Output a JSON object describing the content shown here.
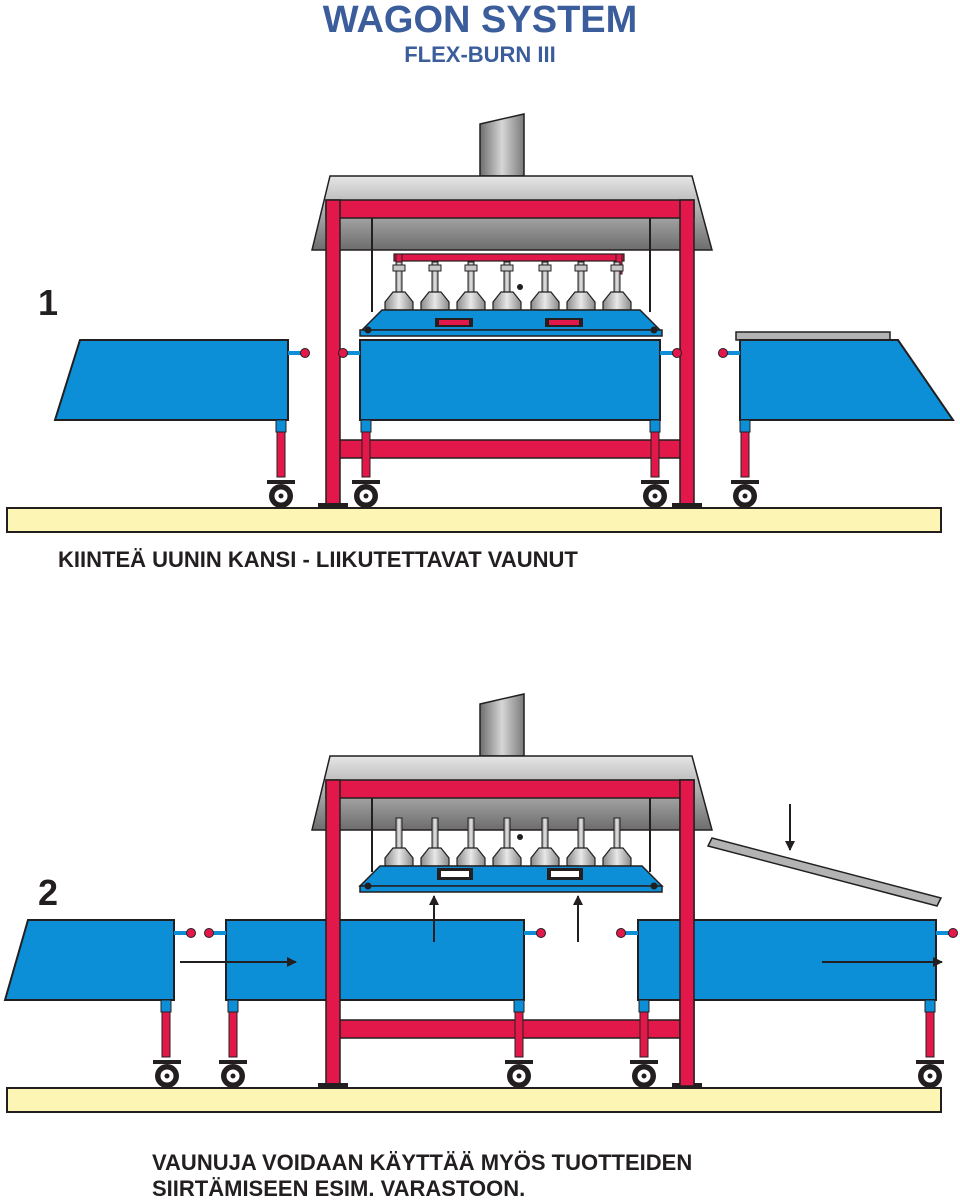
{
  "header": {
    "title": "WAGON SYSTEM",
    "subtitle": "FLEX-BURN III"
  },
  "panel1": {
    "number": "1",
    "caption": "KIINTEÄ UUNIN KANSI - LIIKUTETTAVAT VAUNUT"
  },
  "panel2": {
    "number": "2",
    "caption_line1": "VAUNUJA VOIDAAN KÄYTTÄÄ MYÖS TUOTTEIDEN",
    "caption_line2": "SIIRTÄMISEEN ESIM. VARASTOON."
  },
  "colors": {
    "frame": "#e3184a",
    "wagon": "#0c8fd6",
    "floor": "#fcf5b3",
    "hood": "#9a9a9a",
    "outline": "#231f20",
    "title": "#3b5d9c"
  },
  "icons": [
    "burner-icon",
    "wheel-icon",
    "arrow-right-icon",
    "arrow-up-icon",
    "arrow-down-icon"
  ]
}
